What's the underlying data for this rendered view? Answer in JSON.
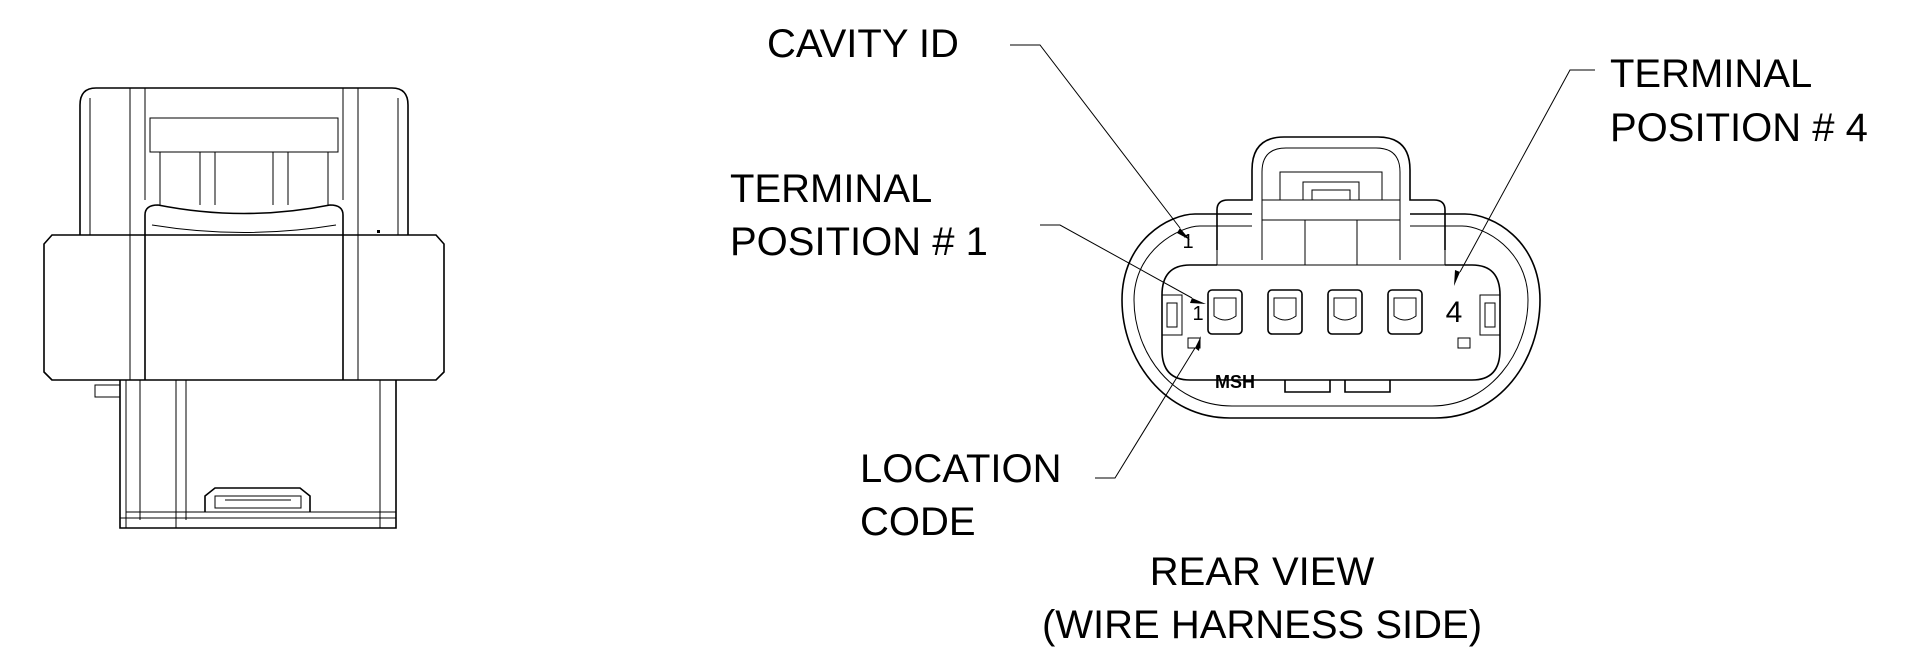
{
  "labels": {
    "cavity_id": "CAVITY ID",
    "terminal_pos4_line1": "TERMINAL",
    "terminal_pos4_line2": "POSITION # 4",
    "terminal_pos1_line1": "TERMINAL",
    "terminal_pos1_line2": "POSITION # 1",
    "location_code_line1": "LOCATION",
    "location_code_line2": "CODE",
    "view_title_line1": "REAR VIEW",
    "view_title_line2": "(WIRE HARNESS SIDE)"
  },
  "connector": {
    "location_code_text": "MSH",
    "cavity_id_text": "1",
    "terminal_1_mark": "1",
    "terminal_4_mark": "4"
  }
}
